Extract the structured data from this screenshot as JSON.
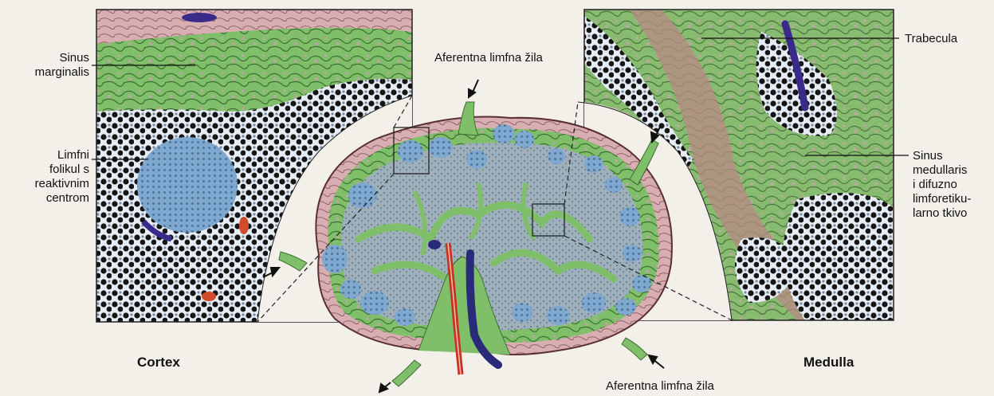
{
  "labels": {
    "sinus_marginalis_1": "Sinus",
    "sinus_marginalis_2": "marginalis",
    "limfni_1": "Limfni",
    "limfni_2": "folikul s",
    "limfni_3": "reaktivnim",
    "limfni_4": "centrom",
    "aferentna_top": "Aferentna limfna žila",
    "aferentna_bottom": "Aferentna limfna žila",
    "trabecula": "Trabecula",
    "sinus_med_1": "Sinus",
    "sinus_med_2": "medullaris",
    "sinus_med_3": "i difuzno",
    "sinus_med_4": "limforetiku-",
    "sinus_med_5": "larno tkivo",
    "cortex": "Cortex",
    "medulla": "Medulla"
  },
  "colors": {
    "background": "#f3f0ea",
    "reticular_green": "#8fc97a",
    "follicle_blue": "#8fb3d6",
    "capsule_pink": "#c99aa0",
    "lymphocyte": "#1a1a1a",
    "artery_red": "#c8321e",
    "vein_blue": "#2a2a7a"
  }
}
